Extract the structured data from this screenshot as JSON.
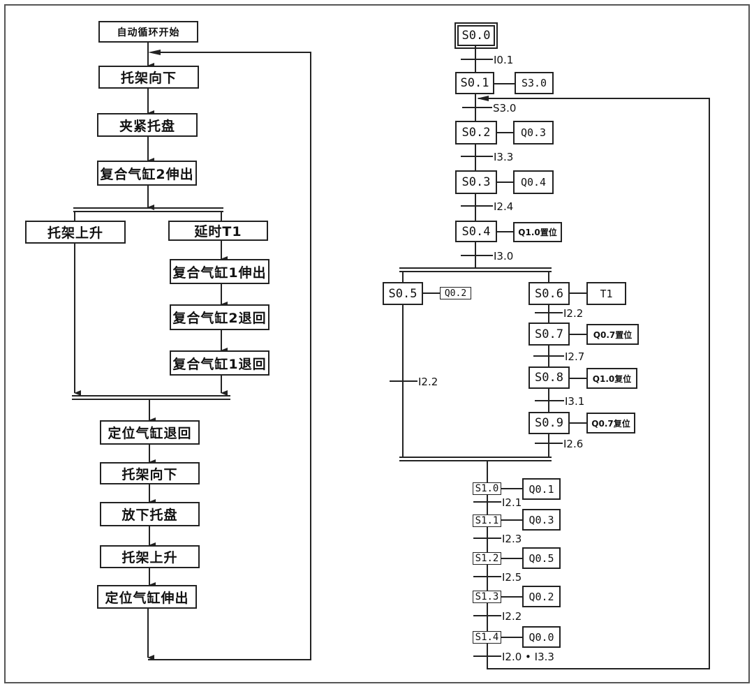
{
  "left_flow": {
    "start": "自动循环开始",
    "steps": [
      "托架向下",
      "夹紧托盘",
      "复合气缸2伸出"
    ],
    "branch_left": "托架上升",
    "branch_right": [
      "延时T1",
      "复合气缸1伸出",
      "复合气缸2退回",
      "复合气缸1退回"
    ],
    "after_merge": [
      "定位气缸退回",
      "托架向下",
      "放下托盘",
      "托架上升",
      "定位气缸伸出"
    ]
  },
  "sfc": {
    "initial_step": "S0.0",
    "steps": [
      {
        "step": "S0.1",
        "action": "S3.0"
      },
      {
        "step": "S0.2",
        "action": "Q0.3"
      },
      {
        "step": "S0.3",
        "action": "Q0.4"
      },
      {
        "step": "S0.4",
        "action": "Q1.0置位"
      },
      {
        "step": "S0.5",
        "action": "Q0.2"
      },
      {
        "step": "S0.6",
        "action": "T1"
      },
      {
        "step": "S0.7",
        "action": "Q0.7置位"
      },
      {
        "step": "S0.8",
        "action": "Q1.0复位"
      },
      {
        "step": "S0.9",
        "action": "Q0.7复位"
      },
      {
        "step": "S1.0",
        "action": "Q0.1"
      },
      {
        "step": "S1.1",
        "action": "Q0.3"
      },
      {
        "step": "S1.2",
        "action": "Q0.5"
      },
      {
        "step": "S1.3",
        "action": "Q0.2"
      },
      {
        "step": "S1.4",
        "action": "Q0.0"
      }
    ],
    "transitions": {
      "t00": "I0.1",
      "t01": "S3.0",
      "t02": "I3.3",
      "t03": "I2.4",
      "t04": "I3.0",
      "t05": "I2.2",
      "t06": "I2.2",
      "t07": "I2.7",
      "t08": "I3.1",
      "t09": "I2.6",
      "t10": "I2.1",
      "t11": "I2.3",
      "t12": "I2.5",
      "t13": "I2.2",
      "t14": "I2.0 • I3.3"
    }
  }
}
